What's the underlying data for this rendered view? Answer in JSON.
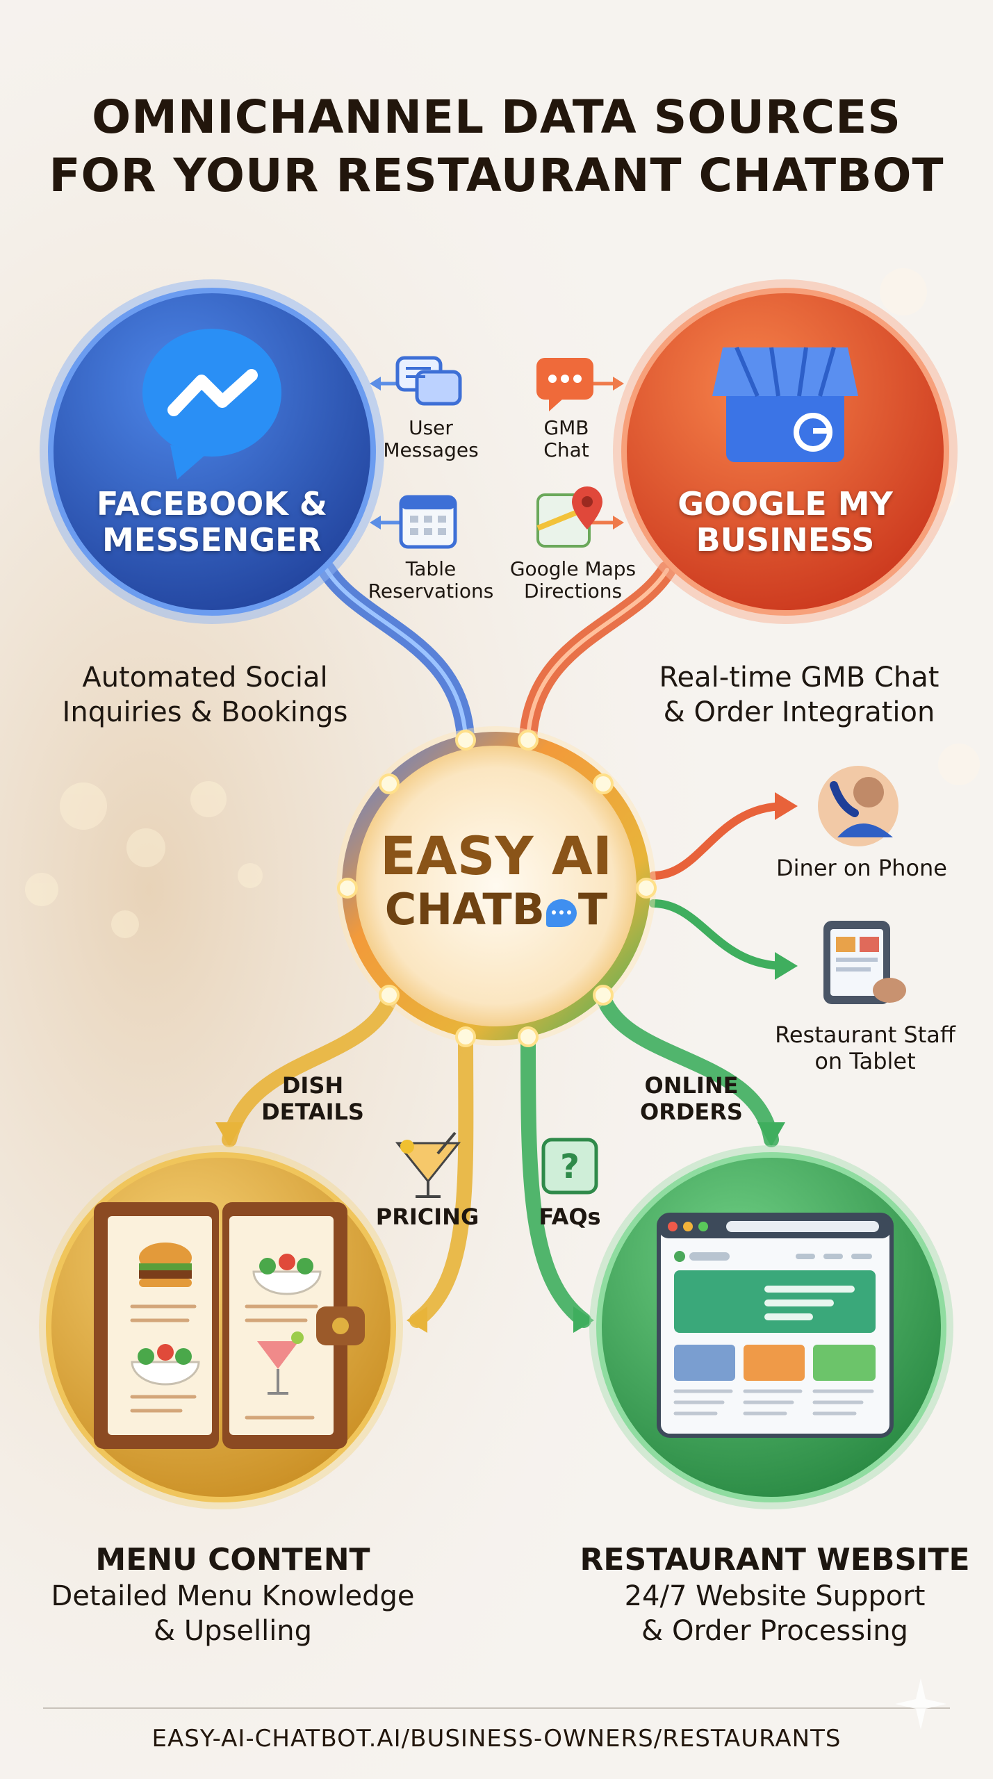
{
  "title_line1": "OMNICHANNEL DATA SOURCES",
  "title_line2": "FOR YOUR RESTAURANT CHATBOT",
  "facebook": {
    "name_line1": "FACEBOOK &",
    "name_line2": "MESSENGER",
    "desc_line1": "Automated Social",
    "desc_line2": "Inquiries & Bookings",
    "link1_line1": "User",
    "link1_line2": "Messages",
    "link2_line1": "Table",
    "link2_line2": "Reservations",
    "color": "#2f5fc4"
  },
  "gmb": {
    "name_line1": "GOOGLE MY",
    "name_line2": "BUSINESS",
    "desc_line1": "Real-time GMB Chat",
    "desc_line2": "& Order Integration",
    "link1_line1": "GMB",
    "link1_line2": "Chat",
    "link2_line1": "Google Maps",
    "link2_line2": "Directions",
    "color": "#e4532a"
  },
  "center": {
    "line1": "EASY AI",
    "line2_a": "CHATB",
    "line2_b": "T"
  },
  "outputs": {
    "phone": "Diner on Phone",
    "tablet_line1": "Restaurant Staff",
    "tablet_line2": "on Tablet"
  },
  "menu": {
    "heading": "MENU CONTENT",
    "desc_line1": "Detailed Menu Knowledge",
    "desc_line2": "& Upselling",
    "link1_line1": "DISH",
    "link1_line2": "DETAILS",
    "link2": "PRICING",
    "color": "#e2ad3a"
  },
  "website": {
    "heading": "RESTAURANT WEBSITE",
    "desc_line1": "24/7 Website Support",
    "desc_line2": "& Order Processing",
    "link1_line1": "ONLINE",
    "link1_line2": "ORDERS",
    "link2": "FAQs",
    "color": "#3aa85a"
  },
  "footer": "EASY-AI-CHATBOT.AI/BUSINESS-OWNERS/RESTAURANTS"
}
